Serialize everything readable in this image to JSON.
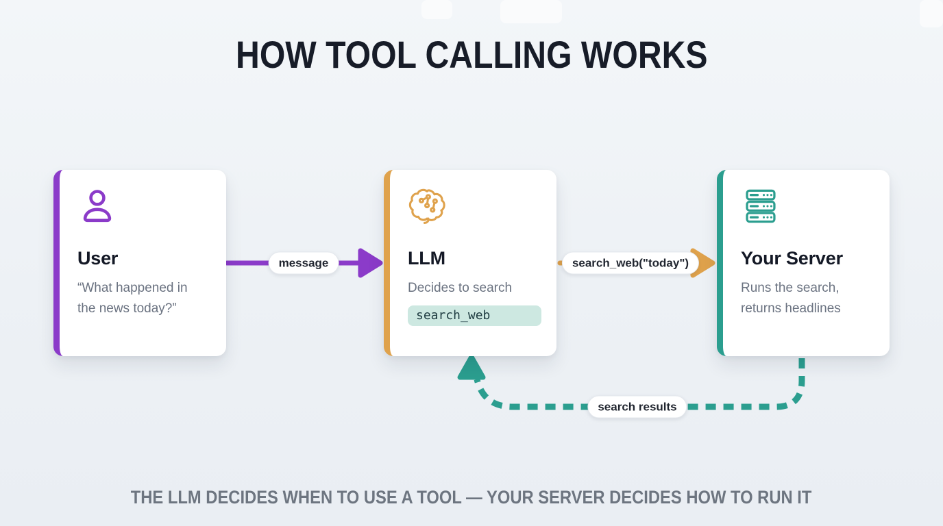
{
  "title": "HOW TOOL CALLING WORKS",
  "footer": "THE LLM DECIDES WHEN TO USE A TOOL — YOUR SERVER DECIDES HOW TO RUN IT",
  "cards": {
    "user": {
      "title": "User",
      "desc_line1": "“What happened in",
      "desc_line2": "the news today?”",
      "icon": "user-icon",
      "accent": "#8b3bc9"
    },
    "llm": {
      "title": "LLM",
      "desc": "Decides to search",
      "badge": "search_web",
      "icon": "brain-circuit-icon",
      "accent": "#dfa24c"
    },
    "server": {
      "title": "Your Server",
      "desc_line1": "Runs the search,",
      "desc_line2": "returns headlines",
      "icon": "server-icon",
      "accent": "#2b9e8f"
    }
  },
  "arrows": {
    "message": {
      "label": "message",
      "color": "#8b3bc9",
      "style": "solid"
    },
    "tool_call": {
      "label": "search_web(\"today\")",
      "color": "#dfa24c",
      "style": "solid"
    },
    "results": {
      "label": "search results",
      "color": "#2b9e8f",
      "style": "dashed"
    }
  },
  "colors": {
    "background": "#eef2f6",
    "card_bg": "#ffffff",
    "title_text": "#171c28",
    "card_title_text": "#141926",
    "desc_text": "#6a7280",
    "footer_text": "#6d7580",
    "pill_text": "#20252f",
    "pill_border": "#e4e8ed",
    "badge_bg": "#cde8e1",
    "badge_text": "#1d3a40"
  }
}
